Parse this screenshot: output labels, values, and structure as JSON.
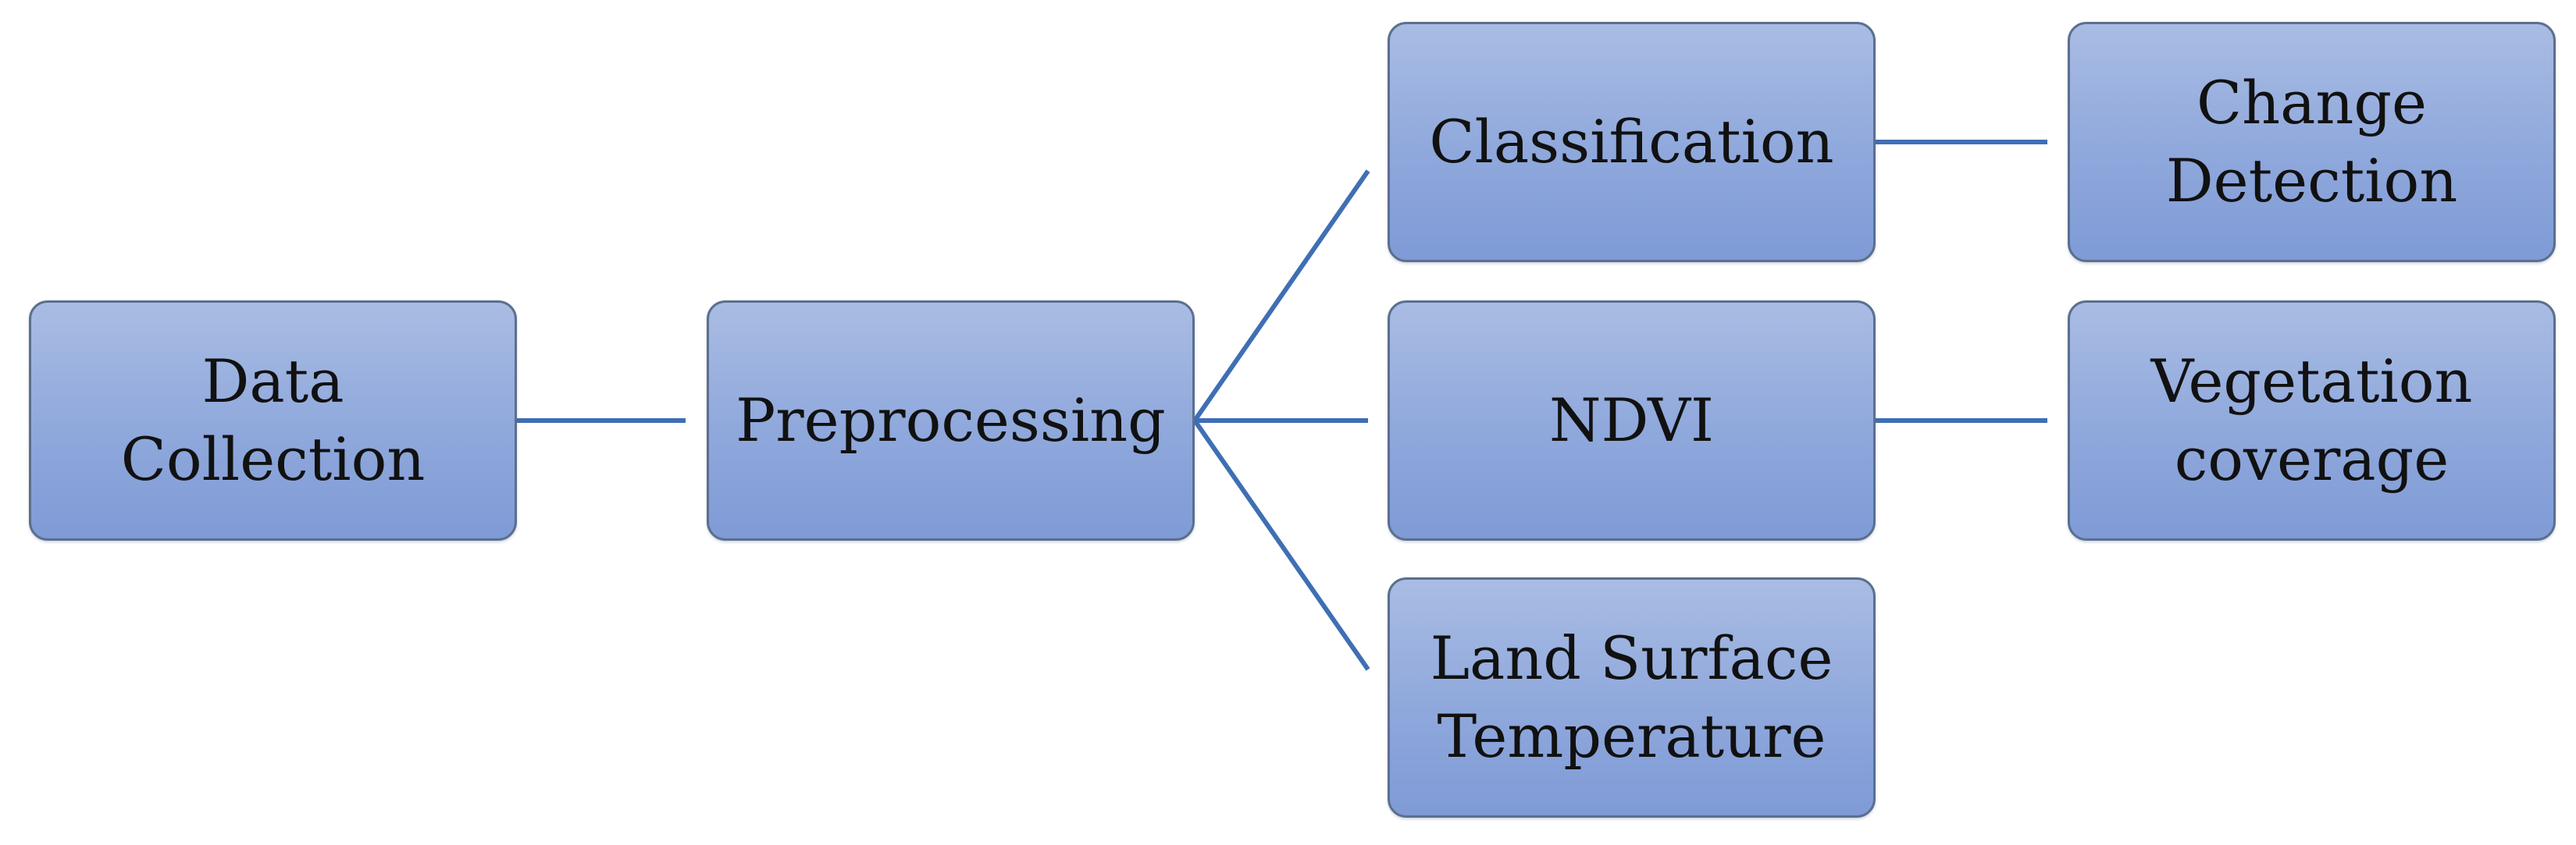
{
  "diagram": {
    "nodes": {
      "data_collection": "Data\nCollection",
      "preprocessing": "Preprocessing",
      "classification": "Classification",
      "ndvi": "NDVI",
      "lst": "Land Surface\nTemperature",
      "change_detection": "Change\nDetection",
      "vegetation_coverage": "Vegetation\ncoverage"
    },
    "edges": [
      [
        "data_collection",
        "preprocessing"
      ],
      [
        "preprocessing",
        "classification"
      ],
      [
        "preprocessing",
        "ndvi"
      ],
      [
        "preprocessing",
        "lst"
      ],
      [
        "classification",
        "change_detection"
      ],
      [
        "ndvi",
        "vegetation_coverage"
      ]
    ],
    "colors": {
      "connector": "#3f6fb4",
      "box_fill_top": "#a9bce3",
      "box_fill_bottom": "#7f9bd6",
      "box_border": "#5b6f8f"
    }
  }
}
